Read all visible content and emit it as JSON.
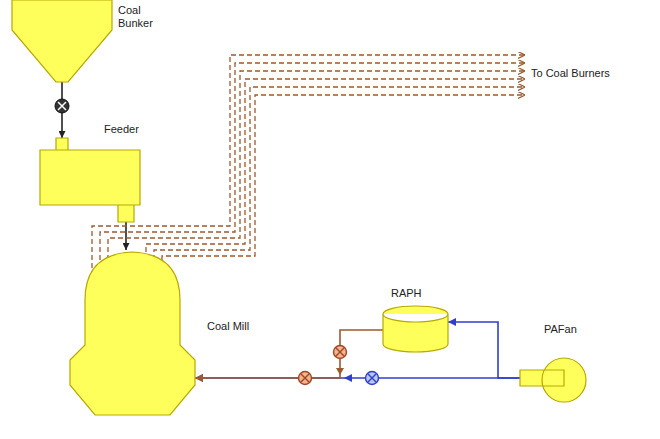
{
  "diagram": {
    "nodes": [
      {
        "text": [
          "Coal Bunker"
        ]
      },
      {
        "text": [
          "Feeder"
        ]
      },
      {
        "text": [
          "Coal Mill"
        ]
      },
      {
        "text": [
          "RAPH"
        ]
      },
      {
        "text": [
          "PAFan"
        ]
      }
    ],
    "edges": [
      {
        "from": 0,
        "to": 1,
        "arrow": "to"
      },
      {
        "from": 1,
        "to": 2,
        "arrow": "to"
      },
      {
        "from": 4,
        "to": 3,
        "arrow": "to"
      },
      {
        "from": 4,
        "to": 2,
        "arrow": "to"
      },
      {
        "from": 3,
        "to": 2,
        "arrow": "to"
      }
    ],
    "labels": [
      "To Coal Burners"
    ]
  }
}
